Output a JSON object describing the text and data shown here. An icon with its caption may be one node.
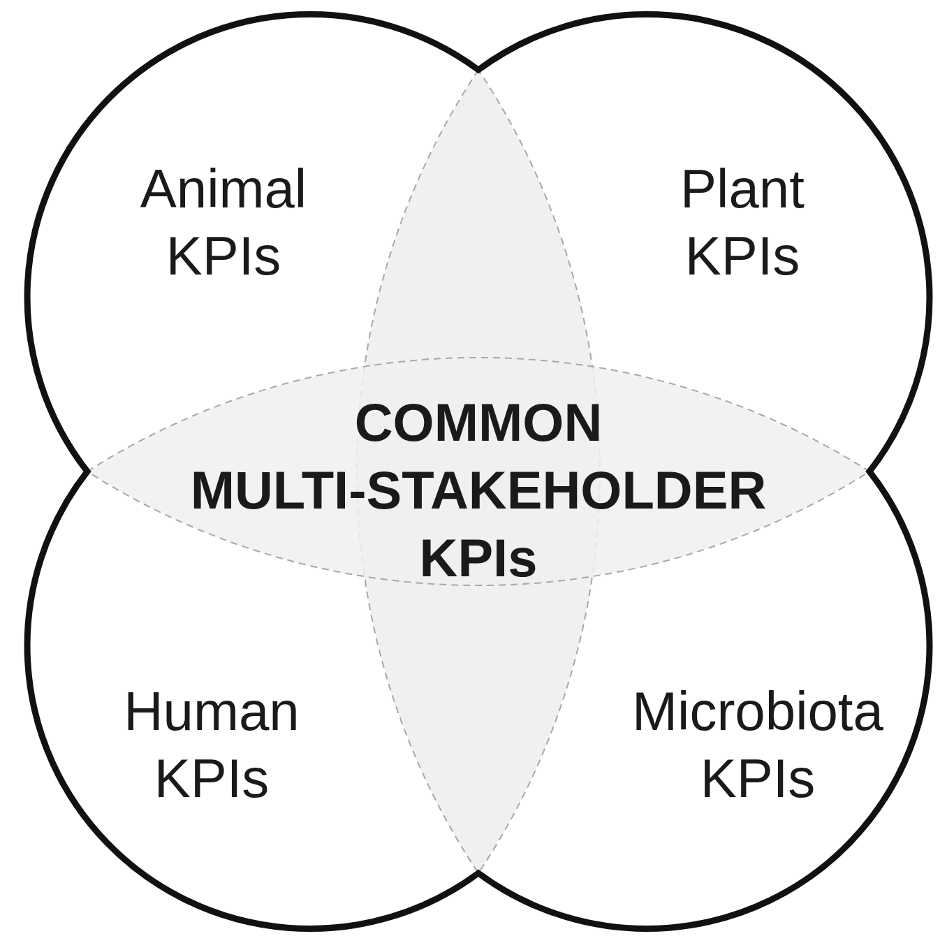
{
  "diagram": {
    "nodes": [
      {
        "text": [
          "Animal KPIs"
        ]
      },
      {
        "text": [
          "Plant KPIs"
        ]
      },
      {
        "text": [
          "COMMON MULTI-STAKEHOLDER KPIs"
        ]
      },
      {
        "text": [
          "Human KPIs"
        ]
      },
      {
        "text": [
          "Microbiota KPIs"
        ]
      }
    ]
  }
}
